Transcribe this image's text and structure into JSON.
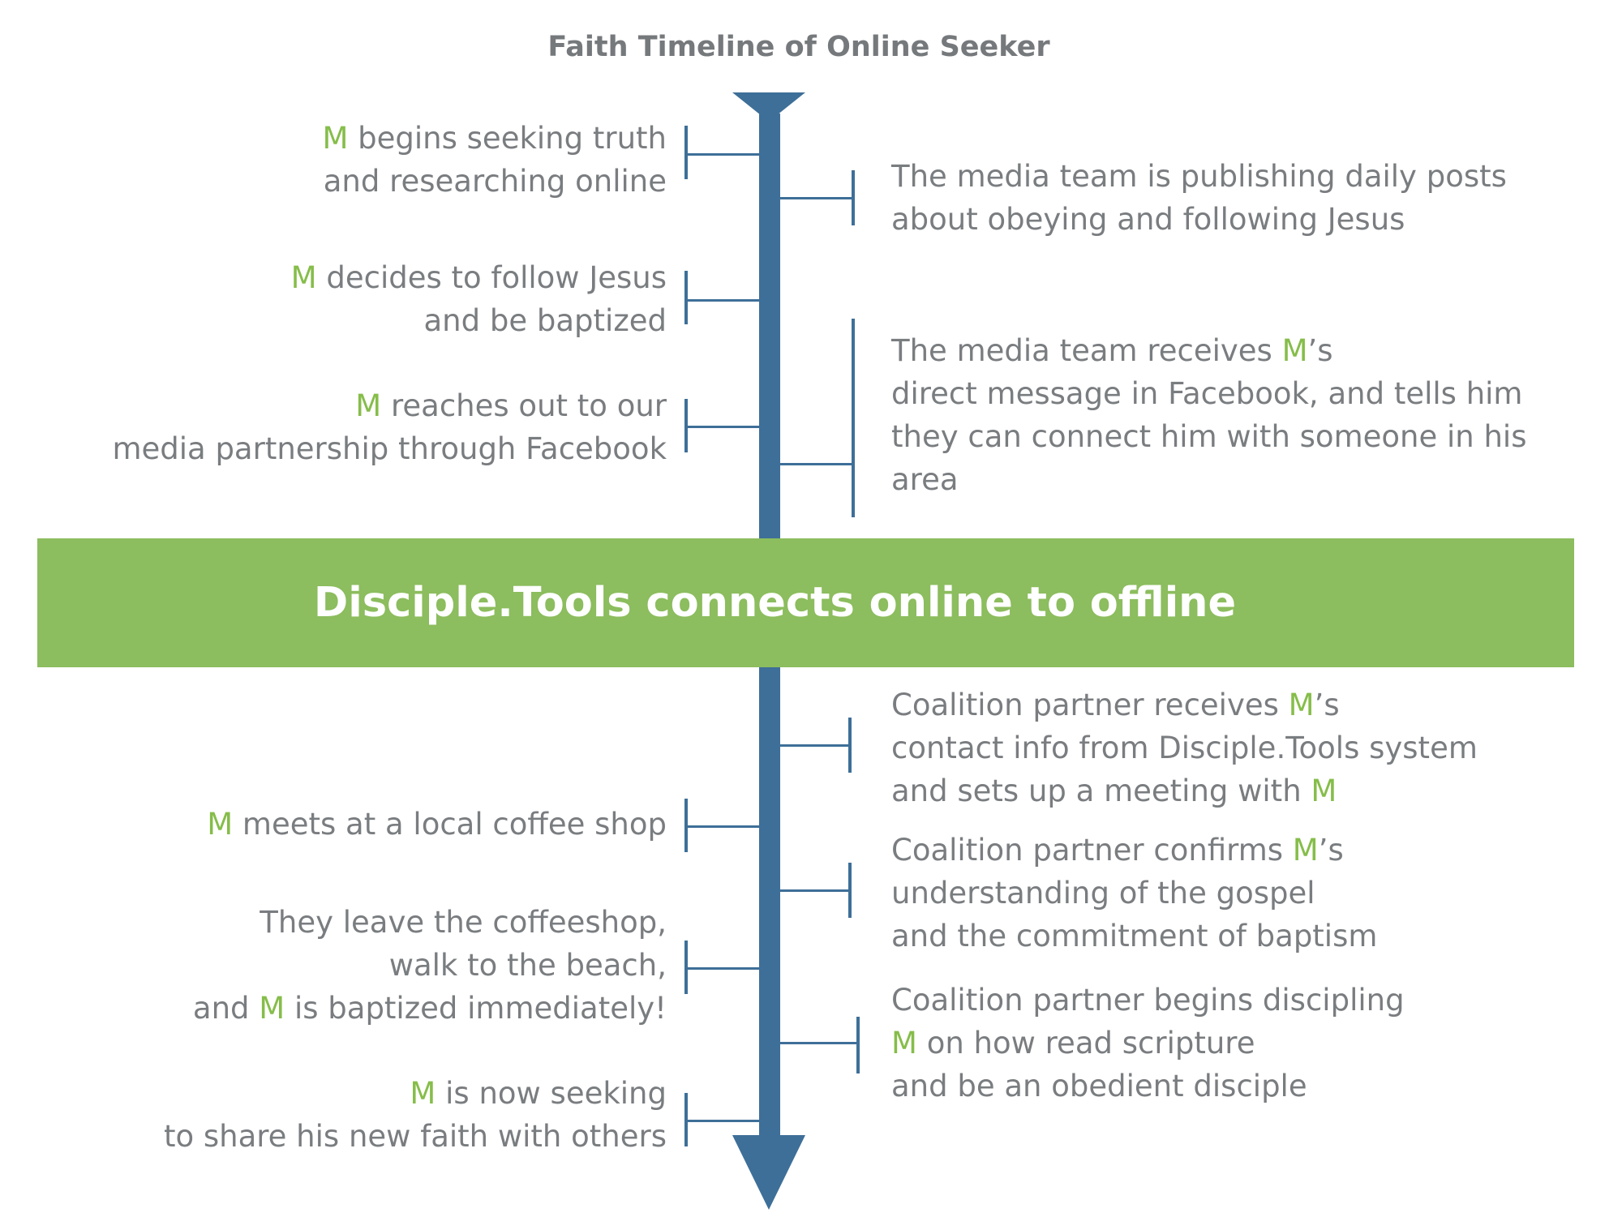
{
  "title": "Faith Timeline of Online Seeker",
  "banner": "Disciple.Tools connects online to offline",
  "colors": {
    "axis": "#3e6f98",
    "banner": "#8cbd5e",
    "text": "#7a7d80",
    "highlight": "#86bd4a"
  },
  "events_left_top": [
    {
      "lines": [
        [
          "M",
          " begins seeking truth"
        ],
        [
          "",
          "and  researching online"
        ]
      ]
    },
    {
      "lines": [
        [
          "M",
          " decides to follow Jesus"
        ],
        [
          "",
          "and be baptized"
        ]
      ]
    },
    {
      "lines": [
        [
          "M",
          " reaches out to our"
        ],
        [
          "",
          "media partnership through Facebook"
        ]
      ]
    }
  ],
  "events_right_top": [
    {
      "lines": [
        [
          "",
          "The media team is publishing daily posts"
        ],
        [
          "",
          "about obeying and following Jesus"
        ]
      ]
    },
    {
      "lines": [
        [
          "",
          "The media team receives ",
          "M",
          "’s"
        ],
        [
          "",
          "direct message in Facebook, and tells him"
        ],
        [
          "",
          "they can connect him with someone in his"
        ],
        [
          "",
          "area"
        ]
      ]
    }
  ],
  "events_right_bottom": [
    {
      "lines": [
        [
          "",
          "Coalition partner receives ",
          "M",
          "’s"
        ],
        [
          "",
          "contact info from Disciple.Tools system"
        ],
        [
          "",
          "and sets up a meeting with ",
          "M"
        ]
      ]
    },
    {
      "lines": [
        [
          "",
          "Coalition partner confirms ",
          "M",
          "’s"
        ],
        [
          "",
          "understanding of the gospel"
        ],
        [
          "",
          "and the commitment of baptism"
        ]
      ]
    },
    {
      "lines": [
        [
          "",
          "Coalition partner begins discipling"
        ],
        [
          "M",
          " on how read scripture"
        ],
        [
          "",
          "and be an obedient disciple"
        ]
      ]
    }
  ],
  "events_left_bottom": [
    {
      "lines": [
        [
          "M",
          " meets at a local coffee shop"
        ]
      ]
    },
    {
      "lines": [
        [
          "",
          "They leave the coffeeshop,"
        ],
        [
          "",
          "walk to the beach,"
        ],
        [
          "",
          "and ",
          "M",
          " is baptized immediately!"
        ]
      ]
    },
    {
      "lines": [
        [
          "M",
          " is now seeking"
        ],
        [
          "",
          "to share his new faith with others"
        ]
      ]
    }
  ]
}
